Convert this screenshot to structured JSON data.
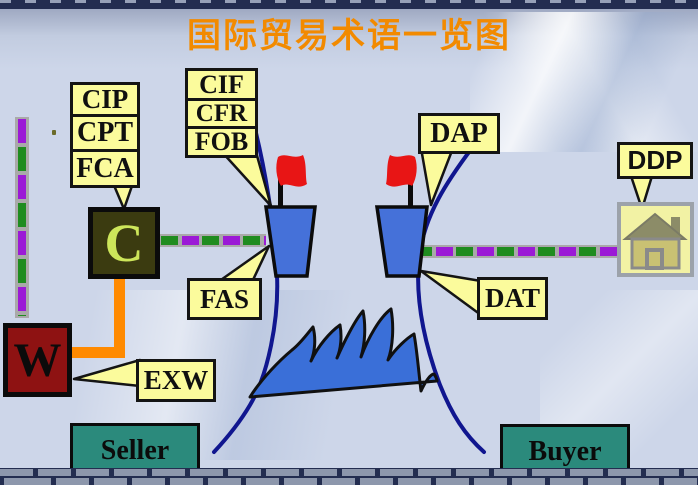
{
  "title": {
    "text": "国际贸易术语一览图",
    "color": "#F28A00"
  },
  "labels": {
    "cip": "CIP",
    "cpt": "CPT",
    "fca": "FCA",
    "cif": "CIF",
    "cfr": "CFR",
    "fob": "FOB",
    "fas": "FAS",
    "exw": "EXW",
    "dap": "DAP",
    "dat": "DAT",
    "ddp": "DDP"
  },
  "nodes": {
    "carrier": "C",
    "warehouse": "W"
  },
  "parties": {
    "seller": "Seller",
    "buyer": "Buyer"
  },
  "icons": {
    "flag": "red-flag-icon",
    "bollard": "port-bollard-icon",
    "house": "house-icon",
    "waves": "sea-waves-icon"
  },
  "colors": {
    "title_orange": "#F28A00",
    "label_yellow": "#FBFB9C",
    "party_teal": "#2B8A7C",
    "bollard_blue": "#4571D9",
    "flag_red": "#E81515",
    "shore_navy": "#10168F",
    "wave_blue": "#3A6FD8",
    "connector_orange": "#FF8A00",
    "dash_purple": "#9B1AD6",
    "dash_green": "#1F8C1F",
    "carrier_box": "#3B3B10",
    "carrier_letter": "#CDE65A",
    "warehouse_box": "#8E1212"
  }
}
